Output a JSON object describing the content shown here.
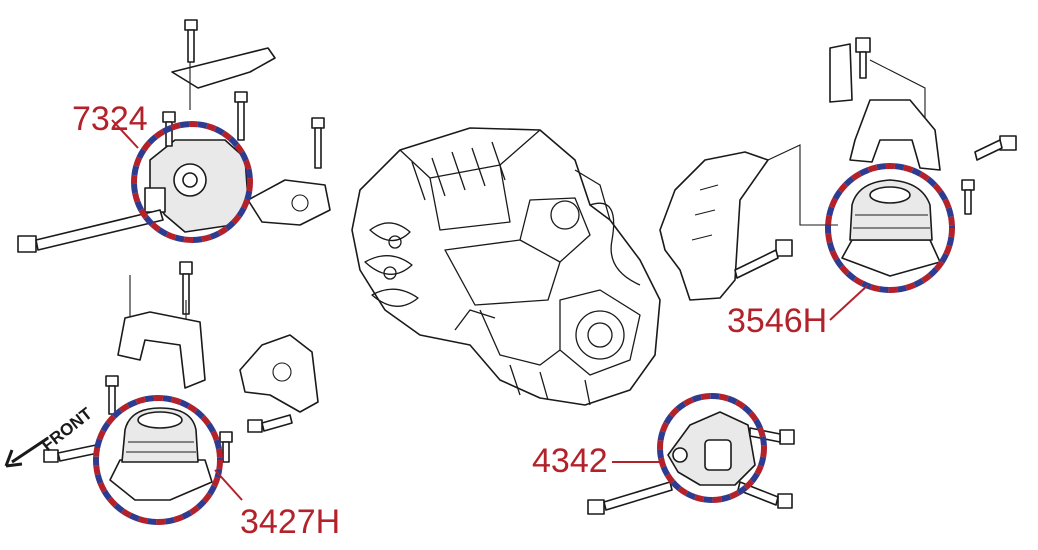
{
  "callouts": [
    {
      "id": "top-left",
      "part_number": "7324"
    },
    {
      "id": "bottom-left",
      "part_number": "3427H"
    },
    {
      "id": "bottom-center",
      "part_number": "4342"
    },
    {
      "id": "right",
      "part_number": "3546H"
    }
  ],
  "direction_label": "FRONT",
  "colors": {
    "part_number_text": "#b3222a",
    "callout_dash_red": "#b3222a",
    "callout_dash_blue": "#2e3b8f"
  },
  "icons": [
    "front-arrow-icon",
    "bolt-icon",
    "engine-illustration"
  ]
}
